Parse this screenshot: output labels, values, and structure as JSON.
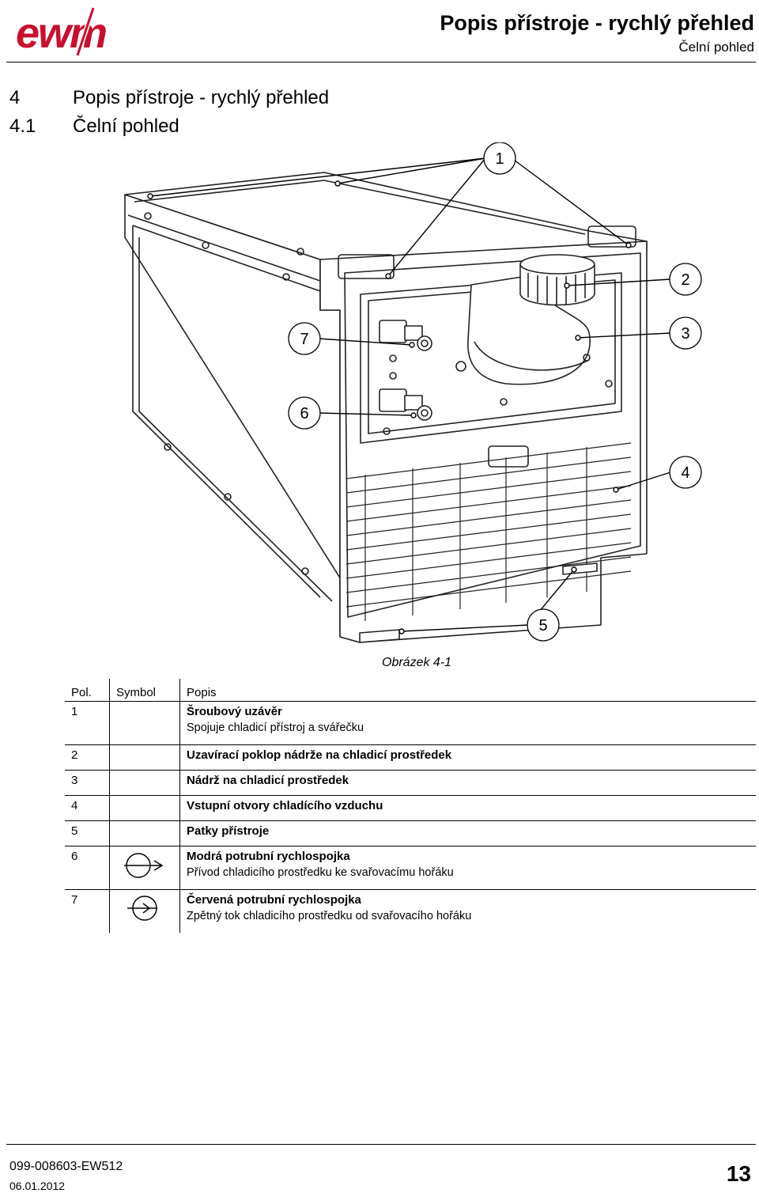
{
  "header": {
    "logo_text": "ewm",
    "title": "Popis přístroje - rychlý přehled",
    "subtitle": "Čelní pohled"
  },
  "section": {
    "num": "4",
    "title": "Popis přístroje - rychlý přehled",
    "sub_num": "4.1",
    "sub_title": "Čelní pohled"
  },
  "figure": {
    "callouts": [
      "1",
      "2",
      "3",
      "4",
      "5",
      "6",
      "7"
    ],
    "caption": "Obrázek 4-1"
  },
  "legend": {
    "headers": {
      "pos": "Pol.",
      "symbol": "Symbol",
      "desc": "Popis"
    },
    "rows": [
      {
        "pos": "1",
        "symbol": "",
        "title": "Šroubový uzávěr",
        "detail": "Spojuje chladicí přístroj a svářečku"
      },
      {
        "pos": "2",
        "symbol": "",
        "title": "Uzavírací poklop nádrže na chladicí prostředek",
        "detail": ""
      },
      {
        "pos": "3",
        "symbol": "",
        "title": "Nádrž na chladicí prostředek",
        "detail": ""
      },
      {
        "pos": "4",
        "symbol": "",
        "title": "Vstupní otvory chladícího vzduchu",
        "detail": ""
      },
      {
        "pos": "5",
        "symbol": "",
        "title": "Patky přístroje",
        "detail": ""
      },
      {
        "pos": "6",
        "symbol": "coolant-outflow-icon",
        "title": "Modrá potrubní rychlospojka",
        "detail": "Přívod chladicího prostředku ke svařovacímu hořáku"
      },
      {
        "pos": "7",
        "symbol": "coolant-return-icon",
        "title": "Červená potrubní rychlospojka",
        "detail": "Zpětný tok chladicího prostředku od svařovacího hořáku"
      }
    ]
  },
  "footer": {
    "doc_number": "099-008603-EW512",
    "date": "06.01.2012",
    "page": "13"
  }
}
